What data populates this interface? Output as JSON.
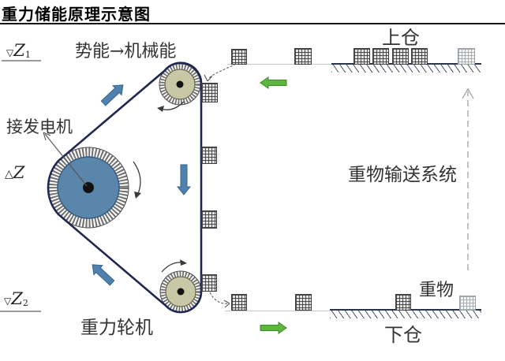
{
  "title": "重力储能原理示意图",
  "labels": {
    "energy_conversion": "势能→机械能",
    "upper_warehouse": "上仓",
    "generator": "接发电机",
    "delta_z_symbol": "△",
    "delta_z_letter": "Z",
    "z1_symbol": "▽",
    "z1_letter": "Z",
    "z1_sub": "1",
    "z2_symbol": "▽",
    "z2_letter": "Z",
    "z2_sub": "2",
    "conveyor_system": "重物输送系统",
    "weight": "重物",
    "gravity_wheel": "重力轮机",
    "lower_warehouse": "下仓"
  },
  "colors": {
    "arrow_blue": "#4f81ad",
    "arrow_blue_edge": "#39638c",
    "arrow_green": "#5cb83c",
    "arrow_green_edge": "#3c8a22",
    "belt": "#1f2750",
    "wheel_fill": "#5b86ab",
    "pulley_fill": "#c9c8a6",
    "rim_hatch": "#6f6f6f",
    "ground": "#2a3550"
  }
}
